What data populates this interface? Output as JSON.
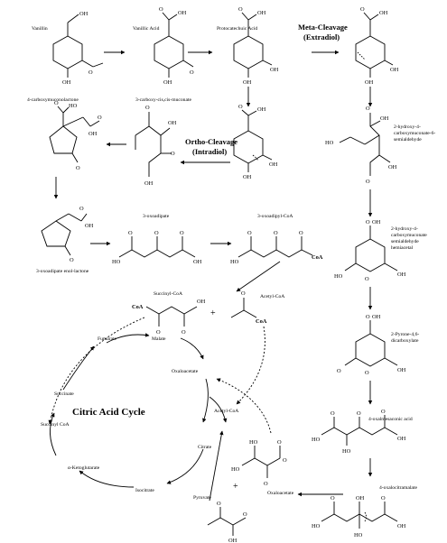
{
  "compounds": {
    "vanillin": "Vanillin",
    "vanillic_acid": "Vanillic Acid",
    "protocatechuic_acid": "Protocatechuic Acid",
    "carboxymuconolactone": "4-carboxymuconolactone",
    "carboxy_cis_cis_muconate": "3-carboxy-cis,cis-muconate",
    "hydroxy_carboxymuconate_semialdehyde_l1": "2-hydroxy-4-",
    "hydroxy_carboxymuconate_semialdehyde_l2": "carboxymuconate-6-",
    "hydroxy_carboxymuconate_semialdehyde_l3": "semialdehyde",
    "oxoadipate": "3-oxoadipate",
    "oxoadipyl_coa": "3-oxoadipyl-CoA",
    "oxoadipate_enol_lactone": "3-oxoadipate enol-lactone",
    "hemiacetal_l1": "2-hydroxy-4-",
    "hemiacetal_l2": "carboxymuconate",
    "hemiacetal_l3": "semialdehyde",
    "hemiacetal_l4": "hemiacetal",
    "succinyl_coa": "Succinyl-CoA",
    "acetyl_coa": "Acetyl-CoA",
    "pyrone_l1": "2-Pyrone-4,6-",
    "pyrone_l2": "dicarboxylate",
    "oxalmesaconic_acid": "4-oxalmesaconic acid",
    "oxaloacetate": "Oxaloacetate",
    "pyruvate": "Pyruvate",
    "oxalocitramalate": "4-oxalocitramalate"
  },
  "cleavage": {
    "meta_l1": "Meta-Cleavage",
    "meta_l2": "(Extradiol)",
    "ortho_l1": "Ortho-Cleavage",
    "ortho_l2": "(Intradiol)"
  },
  "tca": {
    "title": "Citric Acid Cycle",
    "fumarate": "Fumarate",
    "malate": "Malate",
    "oxaloacetate": "Oxaloacetate",
    "succinate": "Succinate",
    "succinyl_coa": "Succinyl CoA",
    "acetyl_coa": "Acetyl-CoA",
    "citrate": "Citrate",
    "alpha_ketoglutarate": "α-Ketoglutarate",
    "isocitrate": "Isocitrate"
  },
  "atoms": {
    "oh": "OH",
    "ho": "HO",
    "o": "O",
    "coa": "CoA",
    "plus": "+"
  }
}
